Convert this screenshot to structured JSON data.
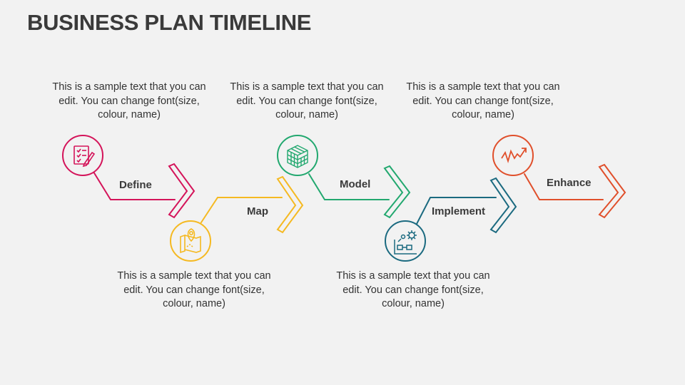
{
  "title": "BUSINESS PLAN TIMELINE",
  "steps": [
    {
      "label": "Define",
      "text": "This is a sample text that you can edit. You can change font(size, colour, name)",
      "color": "#d4145a",
      "icon": "checklist-icon"
    },
    {
      "label": "Map",
      "text": "This is a sample text that you can edit. You can change font(size, colour, name)",
      "color": "#f5b921",
      "icon": "map-pin-icon"
    },
    {
      "label": "Model",
      "text": "This is a sample text that you can edit. You can change font(size, colour, name)",
      "color": "#22a86f",
      "icon": "cube-icon"
    },
    {
      "label": "Implement",
      "text": "This is a sample text that you can edit. You can change font(size, colour, name)",
      "color": "#1b6a80",
      "icon": "gear-workflow-icon"
    },
    {
      "label": "Enhance",
      "text": "This is a sample text that you can edit. You can change font(size, colour, name)",
      "color": "#e04f2b",
      "icon": "trend-arrow-icon"
    }
  ]
}
